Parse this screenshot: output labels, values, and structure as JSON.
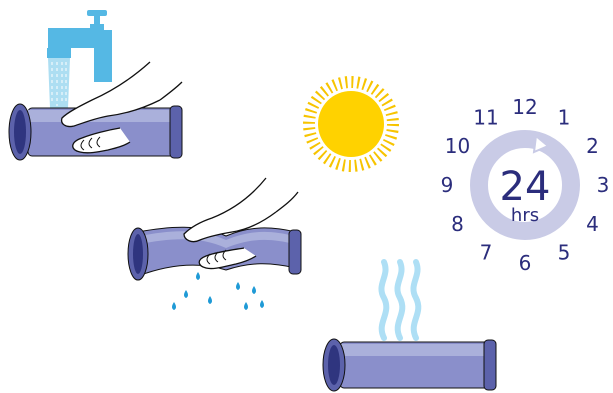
{
  "colors": {
    "filter_body": "#8a8fcb",
    "filter_light": "#aab0db",
    "filter_cap": "#5c62ab",
    "filter_ring": "#2f357f",
    "outline": "#111111",
    "faucet": "#55b8e4",
    "water": "#9fd8f0",
    "drop": "#1f9ad6",
    "sun": "#ffd200",
    "sun_rays": "#f7c400",
    "clock_ring": "#c9cbe6",
    "clock_text": "#2b2d7c",
    "steam": "#aedff5"
  },
  "icons": [
    "faucet-icon",
    "water-stream-icon",
    "filter-cartridge-icon",
    "hand-icon",
    "water-drop-icon",
    "sun-icon",
    "clock-icon",
    "steam-icon"
  ],
  "clock": {
    "numbers": [
      "12",
      "1",
      "2",
      "3",
      "4",
      "5",
      "6",
      "7",
      "8",
      "9",
      "10",
      "11"
    ],
    "center_value": "24",
    "center_unit": "hrs"
  }
}
